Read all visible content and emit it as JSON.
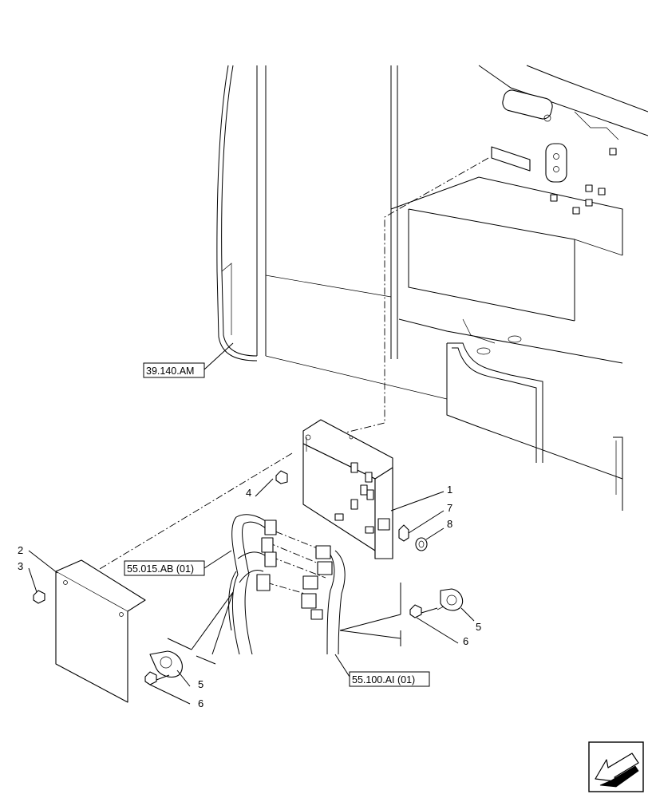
{
  "callouts": {
    "c1": "1",
    "c2": "2",
    "c3": "3",
    "c4": "4",
    "c5a": "5",
    "c5b": "5",
    "c6a": "6",
    "c6b": "6",
    "c7": "7",
    "c8": "8"
  },
  "references": {
    "r1": "39.140.AM",
    "r2": "55.015.AB (01)",
    "r3": "55.100.AI (01)"
  },
  "nav_icon": "arrow-left-icon"
}
